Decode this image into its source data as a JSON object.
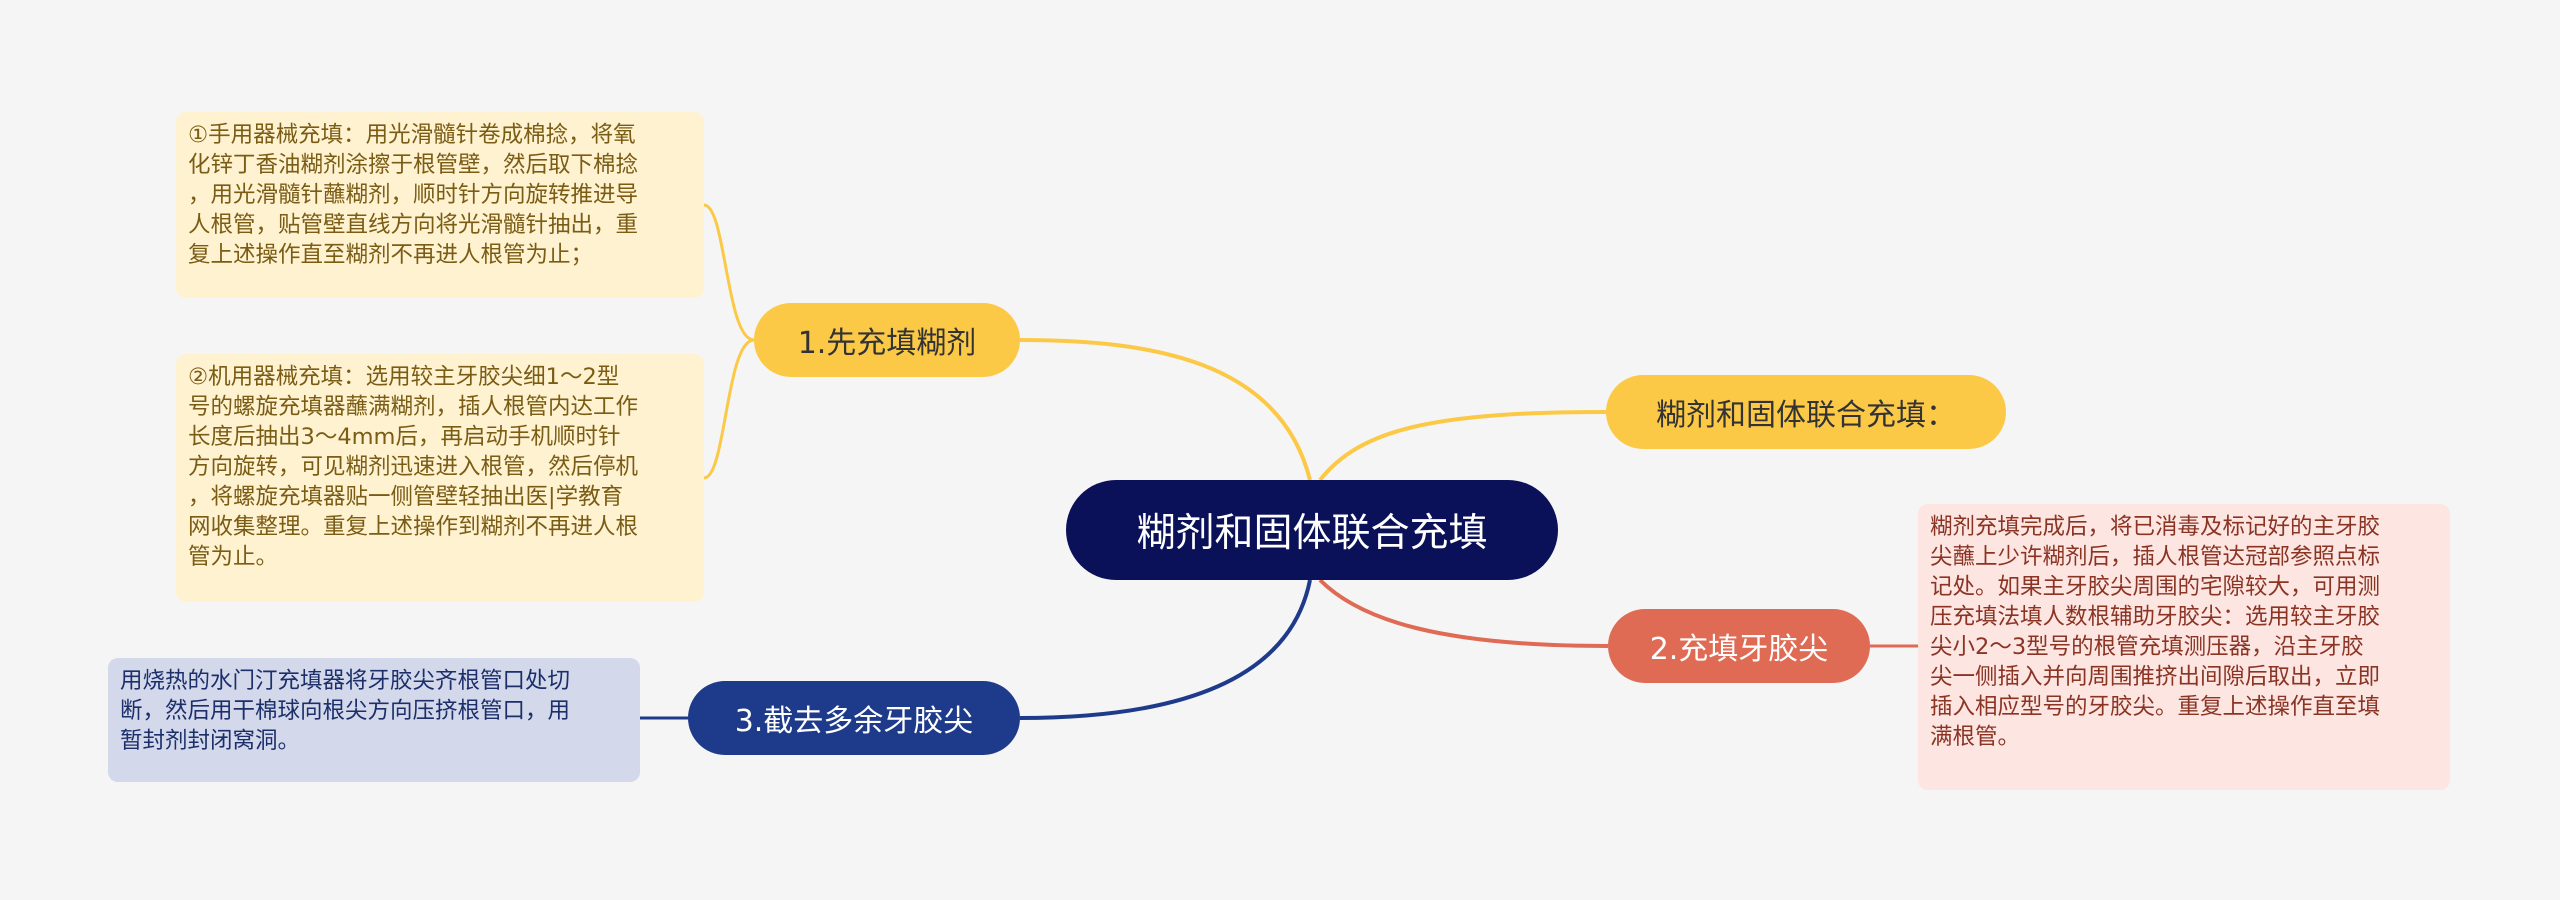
{
  "root": {
    "label": "糊剂和固体联合充填"
  },
  "branches": [
    {
      "label": "1.先充填糊剂",
      "color": "#fcc947",
      "children": [
        "①手用器械充填：用光滑髓针卷成棉捻，将氧\n化锌丁香油糊剂涂擦于根管壁，然后取下棉捻\n，用光滑髓针蘸糊剂，顺时针方向旋转推进导\n人根管，贴管壁直线方向将光滑髓针抽出，重\n复上述操作直至糊剂不再进人根管为止；",
        "②机用器械充填：选用较主牙胶尖细1～2型\n号的螺旋充填器蘸满糊剂，插人根管内达工作\n长度后抽出3～4mm后，再启动手机顺时针\n方向旋转，可见糊剂迅速进入根管，然后停机\n，将螺旋充填器贴一侧管壁轻抽出医|学教育\n网收集整理。重复上述操作到糊剂不再进人根\n管为止。"
      ]
    },
    {
      "label": "糊剂和固体联合充填：",
      "color": "#fcc947",
      "children": []
    },
    {
      "label": "2.充填牙胶尖",
      "color": "#e06b54",
      "children": [
        "糊剂充填完成后，将已消毒及标记好的主牙胶\n尖蘸上少许糊剂后，插人根管达冠部参照点标\n记处。如果主牙胶尖周围的宅隙较大，可用测\n压充填法填人数根辅助牙胶尖：选用较主牙胶\n尖小2～3型号的根管充填测压器，沿主牙胶\n尖一侧插入并向周围推挤出间隙后取出，立即\n插入相应型号的牙胶尖。重复上述操作直至填\n满根管。"
      ]
    },
    {
      "label": "3.截去多余牙胶尖",
      "color": "#1e3a8a",
      "children": [
        "用烧热的水门汀充填器将牙胶尖齐根管口处切\n断，然后用干棉球向根尖方向压挤根管口，用\n暂封剂封闭窝洞。"
      ]
    }
  ]
}
